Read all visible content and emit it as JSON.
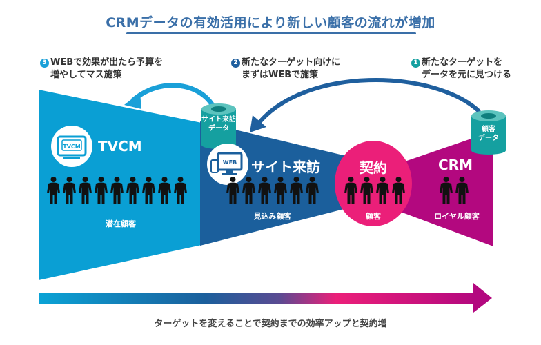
{
  "title": "CRMデータの有効活用により新しい顧客の流れが増加",
  "steps": [
    {
      "number": "3",
      "line1": "WEBで効果が出たら予算を",
      "line2": "増やしてマス施策"
    },
    {
      "number": "2",
      "line1": "新たなターゲット向けに",
      "line2": "まずはWEBで施策"
    },
    {
      "number": "1",
      "line1": "新たなターゲットを",
      "line2": "データを元に見つける"
    }
  ],
  "stages": [
    {
      "name": "TVCM",
      "icon_label": "TVCM",
      "people_count": 9,
      "sublabel": "潜在顧客",
      "color": "#0a9fd4"
    },
    {
      "name": "サイト来訪",
      "icon_label": "WEB",
      "people_count": 6,
      "sublabel": "見込み顧客",
      "color": "#1b5f9c"
    },
    {
      "name": "契約",
      "people_count": 4,
      "sublabel": "顧客",
      "color": "#eb1f79"
    },
    {
      "name": "CRM",
      "people_count": 2,
      "sublabel": "ロイヤル顧客",
      "color": "#b3087f"
    }
  ],
  "databases": [
    {
      "line1": "サイト来訪",
      "line2": "データ",
      "color": "#15a0a0"
    },
    {
      "line1": "顧客",
      "line2": "データ",
      "color": "#15a0a0"
    }
  ],
  "colors": {
    "title": "#3a6fa8",
    "arrow_light": "#1aa0d8",
    "arrow_dark": "#1f5f9e",
    "gradient_start": "#0aa3d6",
    "gradient_mid": "#1b5f9c",
    "gradient_pink": "#eb1f79",
    "gradient_end": "#b3087f"
  },
  "caption": "ターゲットを変えることで契約までの効率アップと契約増"
}
